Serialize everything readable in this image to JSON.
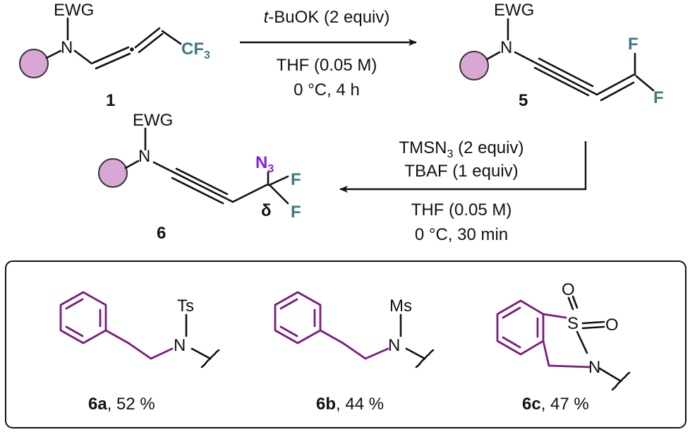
{
  "colors": {
    "bond": "#111111",
    "teal_atoms": "#3a7b80",
    "azide": "#7f1fe0",
    "substituent": "#7a1a7e",
    "circle_fill": "#d9a7d4",
    "circle_stroke": "#333333"
  },
  "compound1": {
    "ewg": "EWG",
    "n": "N",
    "cf": "CF",
    "cf_sub": "3",
    "number": "1"
  },
  "reaction1": {
    "reagent_prefix": "t",
    "reagent_rest": "-BuOK (2 equiv)",
    "solvent": "THF (0.05 M)",
    "conditions": "0 °C, 4 h"
  },
  "compound5": {
    "ewg": "EWG",
    "n": "N",
    "f1": "F",
    "f2": "F",
    "number": "5"
  },
  "reaction2": {
    "reagent1_a": "TMSN",
    "reagent1_sub": "3",
    "reagent1_b": " (2 equiv)",
    "reagent2": "TBAF (1 equiv)",
    "solvent": "THF (0.05 M)",
    "conditions": "0 °C, 30 min"
  },
  "compound6": {
    "ewg": "EWG",
    "n": "N",
    "azide": "N",
    "azide_sub": "3",
    "f1": "F",
    "f2": "F",
    "delta": "δ",
    "number": "6"
  },
  "products": [
    {
      "group": "Ts",
      "n": "N",
      "id": "6a",
      "yield": ", 52 %"
    },
    {
      "group": "Ms",
      "n": "N",
      "id": "6b",
      "yield": ", 44 %"
    },
    {
      "s": "S",
      "o1": "O",
      "o2": "O",
      "n": "N",
      "id": "6c",
      "yield": ", 47 %"
    }
  ]
}
